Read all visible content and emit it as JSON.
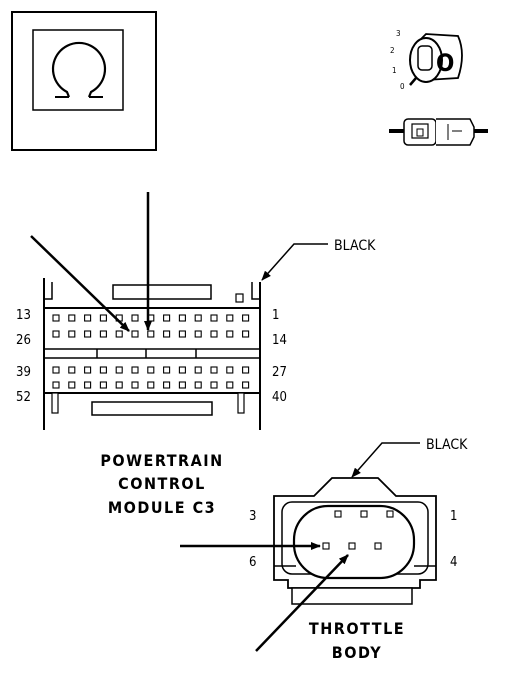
{
  "symbol": {
    "name": "ohm-symbol"
  },
  "ignition": {
    "positions": [
      "3",
      "2",
      "1",
      "0"
    ],
    "cylinder_letter": "O"
  },
  "pcm": {
    "color_label": "BLACK",
    "pin_labels": {
      "tl": "13",
      "bl1": "26",
      "tr": "1",
      "br1": "14",
      "tl2": "39",
      "bl2": "52",
      "tr2": "27",
      "br2": "40"
    },
    "title_lines": [
      "POWERTRAIN",
      "CONTROL",
      "MODULE C3"
    ]
  },
  "throttle": {
    "color_label": "BLACK",
    "pin_labels": {
      "tl": "3",
      "bl": "6",
      "tr": "1",
      "br": "4"
    },
    "title_lines": [
      "THROTTLE",
      "BODY"
    ]
  }
}
